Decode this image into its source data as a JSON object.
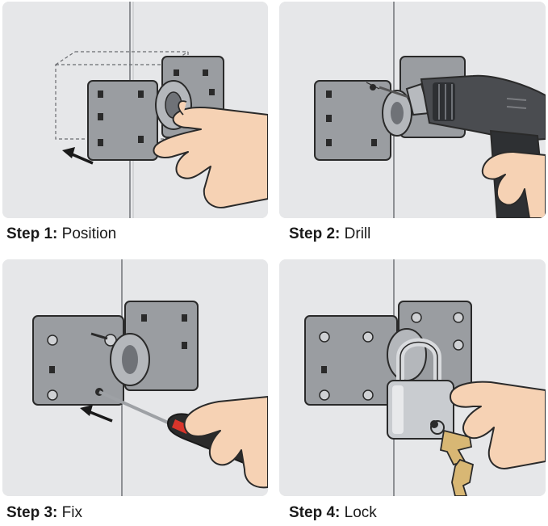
{
  "steps": [
    {
      "label": "Step 1:",
      "action": "Position"
    },
    {
      "label": "Step 2:",
      "action": "Drill"
    },
    {
      "label": "Step 3:",
      "action": "Fix"
    },
    {
      "label": "Step 4:",
      "action": "Lock"
    }
  ],
  "colors": {
    "panel_bg": "#e6e7e9",
    "door_line": "#8e9094",
    "plate": "#9a9da1",
    "plate_dark": "#6f7277",
    "outline": "#2a2a2a",
    "skin": "#f6d2b4",
    "drill_body": "#4a4c50",
    "drill_grip": "#2e3033",
    "screwdriver_handle": "#2b2b2b",
    "padlock_body": "#c9ccd0",
    "padlock_shackle": "#d9dbde",
    "key": "#d8b774",
    "arrow": "#1a1a1a"
  },
  "icons": [
    "hasp-plate-icon",
    "hand-icon",
    "power-drill-icon",
    "screwdriver-icon",
    "padlock-icon",
    "keys-icon",
    "arrow-icon",
    "screw-icon"
  ]
}
